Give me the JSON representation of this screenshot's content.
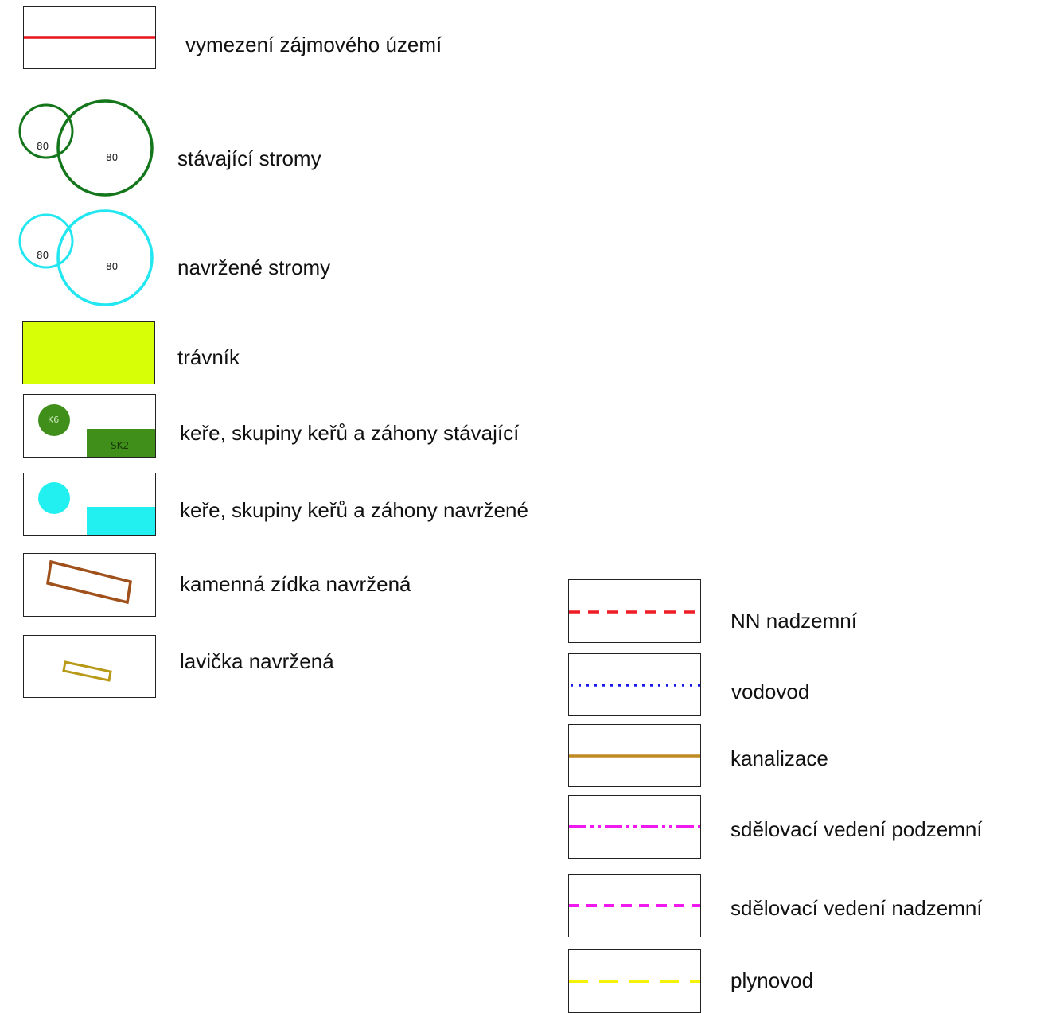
{
  "legend_left": [
    {
      "id": "boundary",
      "label": "vymezení zájmového území",
      "color": "#e8141c"
    },
    {
      "id": "existing-trees",
      "label": "stávající stromy",
      "color": "#13761a",
      "small_value": "80",
      "large_value": "80"
    },
    {
      "id": "proposed-trees",
      "label": "navržené stromy",
      "color": "#22e6f0",
      "small_value": "80",
      "large_value": "80"
    },
    {
      "id": "lawn",
      "label": "trávník",
      "color": "#d7ff05"
    },
    {
      "id": "existing-shrubs",
      "label": "keře, skupiny keřů a záhony stávající",
      "color": "#3f8f1a",
      "circle_code": "K6",
      "rect_code": "SK2"
    },
    {
      "id": "proposed-shrubs",
      "label": "keře, skupiny keřů a záhony navržené",
      "color": "#22f0f0"
    },
    {
      "id": "stone-wall",
      "label": "kamenná zídka navržená",
      "color": "#a0501a"
    },
    {
      "id": "bench",
      "label": "lavička navržená",
      "color": "#b89a18"
    }
  ],
  "legend_right": [
    {
      "id": "nn-overhead",
      "label": "NN nadzemní",
      "color": "#ee1c24",
      "style": "dashed"
    },
    {
      "id": "water",
      "label": "vodovod",
      "color": "#1a1ae6",
      "style": "dotted"
    },
    {
      "id": "sewer",
      "label": "kanalizace",
      "color": "#c08a22",
      "style": "solid"
    },
    {
      "id": "telecom-underground",
      "label": "sdělovací vedení podzemní",
      "color": "#f019ee",
      "style": "dash-dot"
    },
    {
      "id": "telecom-overhead",
      "label": "sdělovací vedení nadzemní",
      "color": "#f019ee",
      "style": "dashed"
    },
    {
      "id": "gas",
      "label": "plynovod",
      "color": "#f5f20a",
      "style": "long-dashed"
    }
  ]
}
